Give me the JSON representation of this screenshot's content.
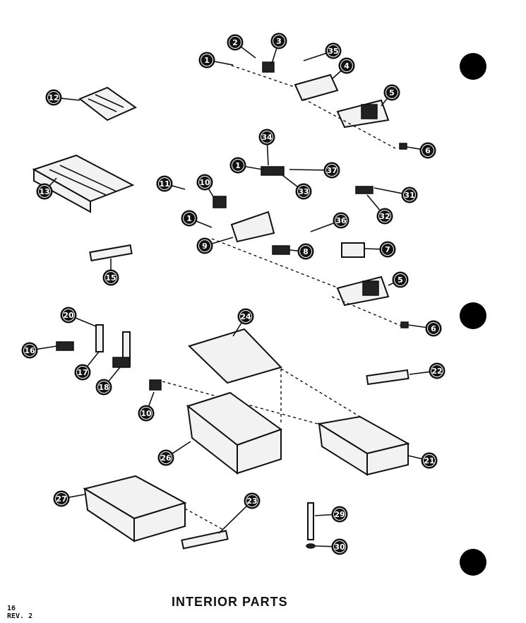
{
  "title": "INTERIOR PARTS",
  "page_number": "16",
  "revision": "REV. 2",
  "colors": {
    "ink": "#111111",
    "background": "#ffffff",
    "binder_hole": "#000000"
  },
  "callouts": [
    {
      "id": "c1a",
      "label": "1"
    },
    {
      "id": "c2",
      "label": "2"
    },
    {
      "id": "c3",
      "label": "3"
    },
    {
      "id": "c35",
      "label": "35"
    },
    {
      "id": "c4",
      "label": "4"
    },
    {
      "id": "c5a",
      "label": "5"
    },
    {
      "id": "c6a",
      "label": "6"
    },
    {
      "id": "c12",
      "label": "12"
    },
    {
      "id": "c34",
      "label": "34"
    },
    {
      "id": "c1b",
      "label": "1"
    },
    {
      "id": "c37",
      "label": "37"
    },
    {
      "id": "c33",
      "label": "33"
    },
    {
      "id": "c13",
      "label": "13"
    },
    {
      "id": "c11",
      "label": "11"
    },
    {
      "id": "c10a",
      "label": "10"
    },
    {
      "id": "c31",
      "label": "31"
    },
    {
      "id": "c32",
      "label": "32"
    },
    {
      "id": "c1c",
      "label": "1"
    },
    {
      "id": "c36",
      "label": "36"
    },
    {
      "id": "c9",
      "label": "9"
    },
    {
      "id": "c8",
      "label": "8"
    },
    {
      "id": "c7",
      "label": "7"
    },
    {
      "id": "c15",
      "label": "15"
    },
    {
      "id": "c5b",
      "label": "5"
    },
    {
      "id": "c6b",
      "label": "6"
    },
    {
      "id": "c20",
      "label": "20"
    },
    {
      "id": "c24",
      "label": "24"
    },
    {
      "id": "c16",
      "label": "16"
    },
    {
      "id": "c17",
      "label": "17"
    },
    {
      "id": "c18",
      "label": "18"
    },
    {
      "id": "c22",
      "label": "22"
    },
    {
      "id": "c10b",
      "label": "10"
    },
    {
      "id": "c26",
      "label": "26"
    },
    {
      "id": "c21",
      "label": "21"
    },
    {
      "id": "c27",
      "label": "27"
    },
    {
      "id": "c23",
      "label": "23"
    },
    {
      "id": "c29",
      "label": "29"
    },
    {
      "id": "c30",
      "label": "30"
    }
  ]
}
